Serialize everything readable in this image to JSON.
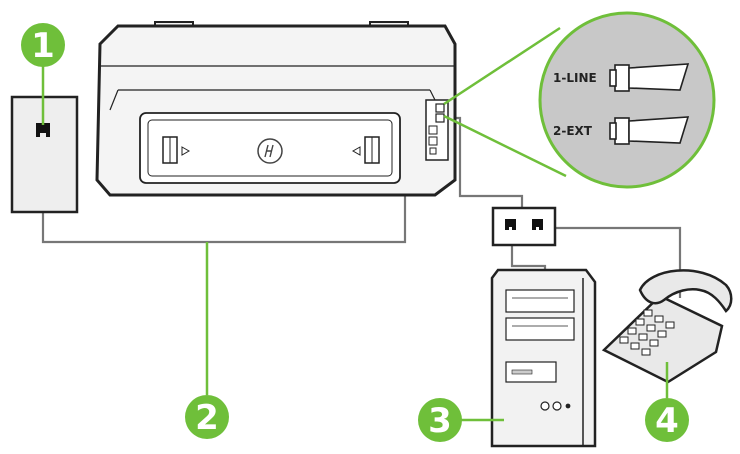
{
  "callouts": [
    "1",
    "2",
    "3",
    "4"
  ],
  "port_labels": {
    "line": "1-LINE",
    "ext": "2-EXT"
  },
  "icons": {
    "wall_jack": "wall-phone-jack-icon",
    "printer": "printer-rear-view-icon",
    "splitter": "phone-splitter-icon",
    "computer": "desktop-computer-icon",
    "telephone": "desk-telephone-icon",
    "brand_logo": "hp-logo-icon"
  },
  "colors": {
    "callout_green": "#6fbf3a",
    "zoom_circle": "#c8c8c8",
    "cable": "#777777",
    "line_art": "#222222"
  }
}
